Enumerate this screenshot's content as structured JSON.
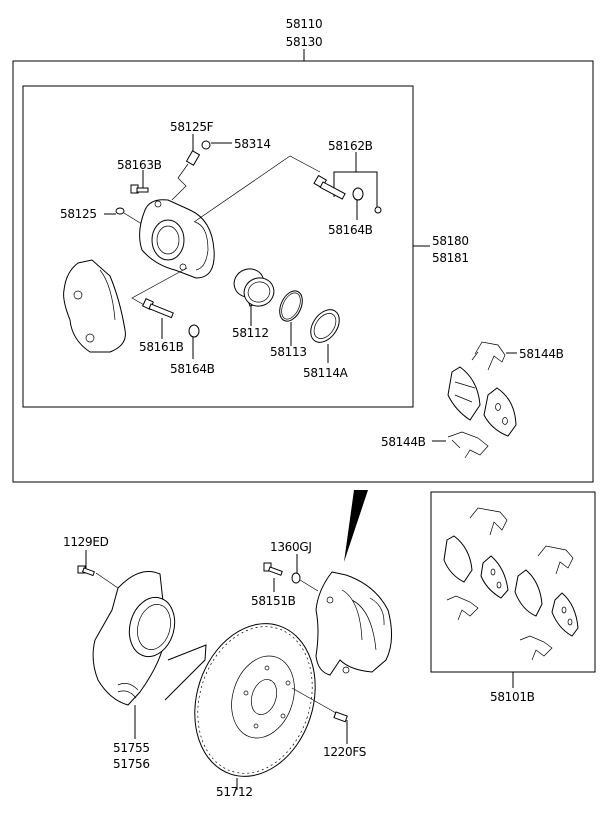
{
  "diagram": {
    "title": "Front Brake Assembly Exploded View",
    "labels": {
      "assembly_top": [
        "58110",
        "58130"
      ],
      "caliper_kit": [
        "58180",
        "58181"
      ],
      "bleeder_screw": "58125F",
      "bleeder_cap": "58314",
      "guide_rod_bolt_upper": "58163B",
      "bleeder_plug": "58125",
      "guide_rod_group": "58162B",
      "guide_rod_boot_upper": "58164B",
      "guide_rod_bolt_lower": "58161B",
      "guide_rod_boot_lower": "58164B",
      "piston": "58112",
      "piston_seal": "58113",
      "piston_boot": "58114A",
      "pad_spring_upper": "58144B",
      "pad_spring_lower": "58144B",
      "bolt_1129": "1129ED",
      "washer_1360": "1360GJ",
      "caliper_bolt": "58151B",
      "dust_cover": [
        "51755",
        "51756"
      ],
      "disc": "51712",
      "disc_screw": "1220FS",
      "pad_kit": "58101B"
    }
  }
}
